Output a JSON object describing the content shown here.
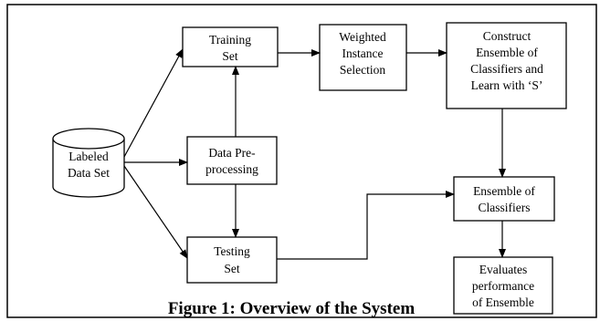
{
  "diagram": {
    "nodes": {
      "labeled_data_set": {
        "lines": [
          "Labeled",
          "Data Set"
        ]
      },
      "training_set": {
        "lines": [
          "Training",
          "Set"
        ]
      },
      "data_preprocessing": {
        "lines": [
          "Data Pre-",
          "processing"
        ]
      },
      "testing_set": {
        "lines": [
          "Testing",
          "Set"
        ]
      },
      "weighted_instance_selection": {
        "lines": [
          "Weighted",
          "Instance",
          "Selection"
        ]
      },
      "construct_ensemble": {
        "lines": [
          "Construct",
          "Ensemble of",
          "Classifiers and",
          "Learn with ‘S’"
        ]
      },
      "ensemble_of_classifiers": {
        "lines": [
          "Ensemble of",
          "Classifiers"
        ]
      },
      "evaluates_performance": {
        "lines": [
          "Evaluates",
          "performance",
          "of Ensemble"
        ]
      }
    },
    "caption": "Figure 1: Overview of the System"
  }
}
